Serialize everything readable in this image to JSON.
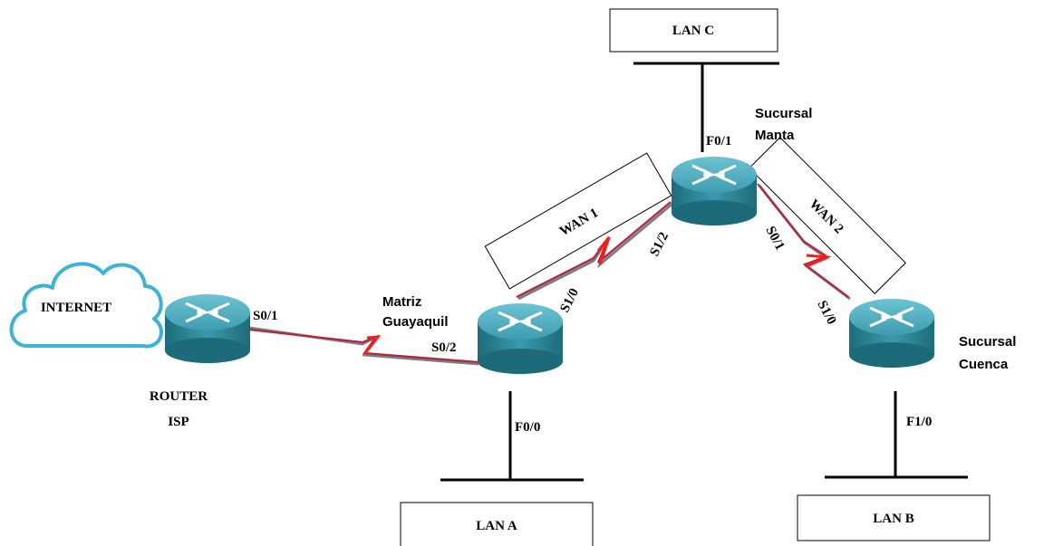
{
  "colors": {
    "link_serial": "#b02a3a",
    "link_shadow": "#7a7d8c",
    "link_red_zigzag": "#ff1a1a",
    "cloud_stroke": "#3bb2d6",
    "router_body": "#2f8a9c",
    "router_top": "#5cb5c7",
    "router_arrows": "#ffffff",
    "lan_line": "#000000"
  },
  "internet": {
    "label": "INTERNET",
    "icon": "cloud-icon"
  },
  "routers": {
    "isp": {
      "name_line1": "ROUTER",
      "name_line2": "ISP",
      "icon": "router-icon"
    },
    "guayaquil": {
      "name_line1": "Matriz",
      "name_line2": "Guayaquil",
      "icon": "router-icon"
    },
    "manta": {
      "name_line1": "Sucursal",
      "name_line2": "Manta",
      "icon": "router-icon"
    },
    "cuenca": {
      "name_line1": "Sucursal",
      "name_line2": "Cuenca",
      "icon": "router-icon"
    }
  },
  "lans": {
    "a": "LAN A",
    "b": "LAN B",
    "c": "LAN C"
  },
  "wans": {
    "wan1": "WAN 1",
    "wan2": "WAN 2"
  },
  "interfaces": {
    "isp_s01": "S0/1",
    "gye_s02": "S0/2",
    "gye_s10": "S1/0",
    "gye_f00": "F0/0",
    "manta_s12": "S1/2",
    "manta_f01": "F0/1",
    "manta_s01": "S0/1",
    "cuenca_s10": "S1/0",
    "cuenca_f10": "F1/0"
  }
}
